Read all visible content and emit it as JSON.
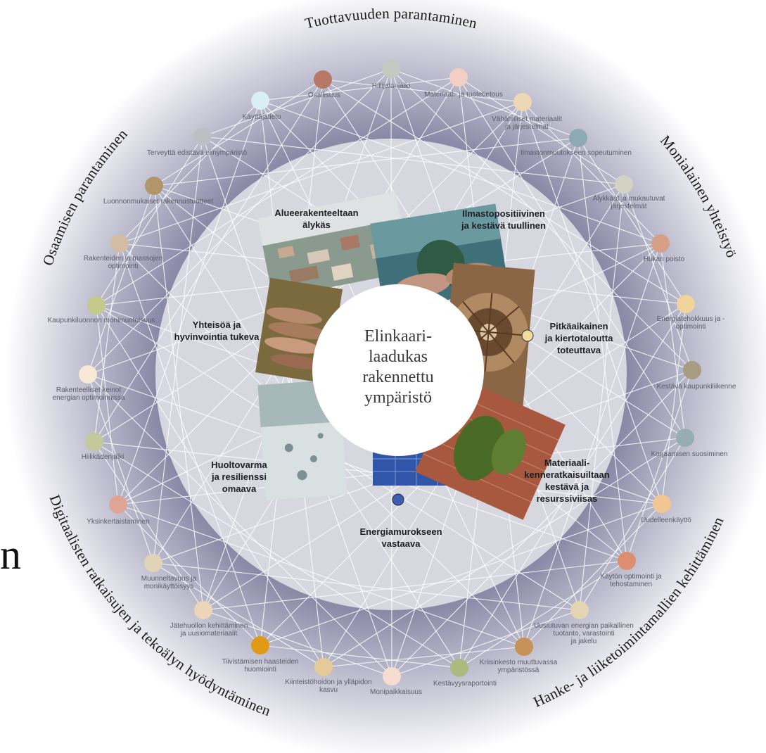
{
  "center": {
    "lines": [
      "Elinkaari-",
      "laadukas",
      "rakennettu",
      "ympäristö"
    ]
  },
  "side_glyph": "n",
  "arc_labels": [
    {
      "text": "Tuottavuuden parantaminen",
      "angle": 0
    },
    {
      "text": "Monialainen yhteistyö",
      "angle": 60
    },
    {
      "text": "Hanke- ja liiketoimintamallien kehittäminen",
      "angle": 135
    },
    {
      "text": "Digitaalisten ratkaisujen ja tekoälyn hyödyntäminen",
      "angle": 225
    },
    {
      "text": "Osaamisen parantaminen",
      "angle": 300
    }
  ],
  "themes": [
    {
      "lines": [
        "Alueerakenteeltaan",
        "älykäs"
      ],
      "angle": -42
    },
    {
      "lines": [
        "Ilmastopositiivinen",
        "ja kestävä tuullinen"
      ],
      "angle": 22
    },
    {
      "lines": [
        "Pitkäaikainen",
        "ja kiertotaloutta",
        "toteuttava"
      ],
      "angle": 80
    },
    {
      "lines": [
        "Materiaali-",
        "kenneratkaisuiltaan",
        "kestävä ja",
        "resurssiviisas"
      ],
      "angle": 132
    },
    {
      "lines": [
        "Energiamurokseen",
        "vastaava"
      ],
      "angle": 180
    },
    {
      "lines": [
        "Huoltovarma",
        "ja resilienssi",
        "omaava"
      ],
      "angle": 238
    },
    {
      "lines": [
        "Yhteisöä ja",
        "hyvinvointia tukeva"
      ],
      "angle": 282
    }
  ],
  "nodes": [
    {
      "label": [
        "Hiilijalanjälki"
      ],
      "color": "#c3c9be"
    },
    {
      "label": [
        "Materiaali- ja tuotetietous"
      ],
      "color": "#f2cfc2"
    },
    {
      "label": [
        "Vähähiiliset materiaalit",
        "ja järjestelmät"
      ],
      "color": "#ecd8b4"
    },
    {
      "label": [
        "Ilmastonmuutokseen sopeutuminen"
      ],
      "color": "#8fa9b3"
    },
    {
      "label": [
        "Älykkäät ja mukautuvat",
        "järjestelmät"
      ],
      "color": "#d3d3c3"
    },
    {
      "label": [
        "Hukan poisto"
      ],
      "color": "#d6a088"
    },
    {
      "label": [
        "Energiatehokkuus ja -",
        "optimointi"
      ],
      "color": "#f0d49c"
    },
    {
      "label": [
        "Kestävä kaupunkiliikenne"
      ],
      "color": "#a79c80"
    },
    {
      "label": [
        "Korjaamisen suosiminen"
      ],
      "color": "#96aeb2"
    },
    {
      "label": [
        "Uudelleenkäyttö"
      ],
      "color": "#f1c594"
    },
    {
      "label": [
        "Käytön optimointi ja",
        "tehostaminen"
      ],
      "color": "#dc8f70"
    },
    {
      "label": [
        "Uusiutuvan energian paikallinen",
        "tuotanto, varastointi",
        "ja jakelu"
      ],
      "color": "#e3d4b3"
    },
    {
      "label": [
        "Kriisinkesto muuttuvassa",
        "ympäristössä"
      ],
      "color": "#c69257"
    },
    {
      "label": [
        "Kestävyysraportointi"
      ],
      "color": "#adb97e"
    },
    {
      "label": [
        "Monipaikkaisuus"
      ],
      "color": "#f6ddd2"
    },
    {
      "label": [
        "Kiinteistöhoidon ja ylläpidon",
        "kasvu"
      ],
      "color": "#e6c998"
    },
    {
      "label": [
        "Tiivistämisen haasteiden",
        "huomiointi"
      ],
      "color": "#e09a16"
    },
    {
      "label": [
        "Jätehuollon kehittäminen",
        "ja uusiomateriaalit"
      ],
      "color": "#ecd6ba"
    },
    {
      "label": [
        "Muunneltavuus ja",
        "monikäyttöisyys"
      ],
      "color": "#e0d3b6"
    },
    {
      "label": [
        "Yksinkertaistaminen"
      ],
      "color": "#dea596"
    },
    {
      "label": [
        "Hiilikädenjälki"
      ],
      "color": "#c3c998"
    },
    {
      "label": [
        "Rakenteelliset keinot",
        "energian optimoinnissa"
      ],
      "color": "#f8e8d6"
    },
    {
      "label": [
        "Kaupunkiluonnon monimuotoisuus"
      ],
      "color": "#c4c98c"
    },
    {
      "label": [
        "Rakenteiden ja massojen",
        "optimointi"
      ],
      "color": "#d4bca4"
    },
    {
      "label": [
        "Luonnonmukaiset rakennustuotteet"
      ],
      "color": "#b2956a"
    },
    {
      "label": [
        "Terveyttä edistävä elinympäristö"
      ],
      "color": "#bcc0c4"
    },
    {
      "label": [
        "Käyttäjätieto"
      ],
      "color": "#d9eef5"
    },
    {
      "label": [
        "Osallisuus"
      ],
      "color": "#b87866"
    }
  ]
}
